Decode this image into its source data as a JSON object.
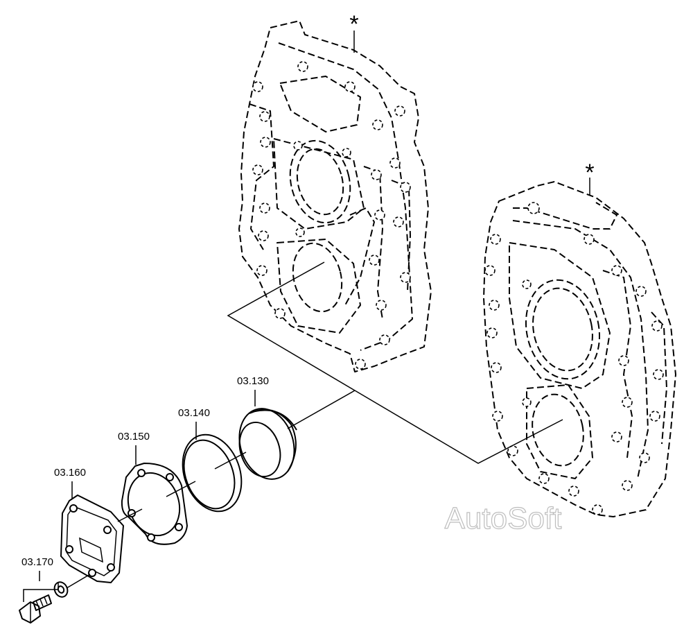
{
  "diagram": {
    "markers": {
      "star_a": "*",
      "star_b": "*"
    },
    "parts": [
      {
        "id": "03.130"
      },
      {
        "id": "03.140"
      },
      {
        "id": "03.150"
      },
      {
        "id": "03.160"
      },
      {
        "id": "03.170"
      }
    ],
    "watermark": "AutoSoft"
  }
}
